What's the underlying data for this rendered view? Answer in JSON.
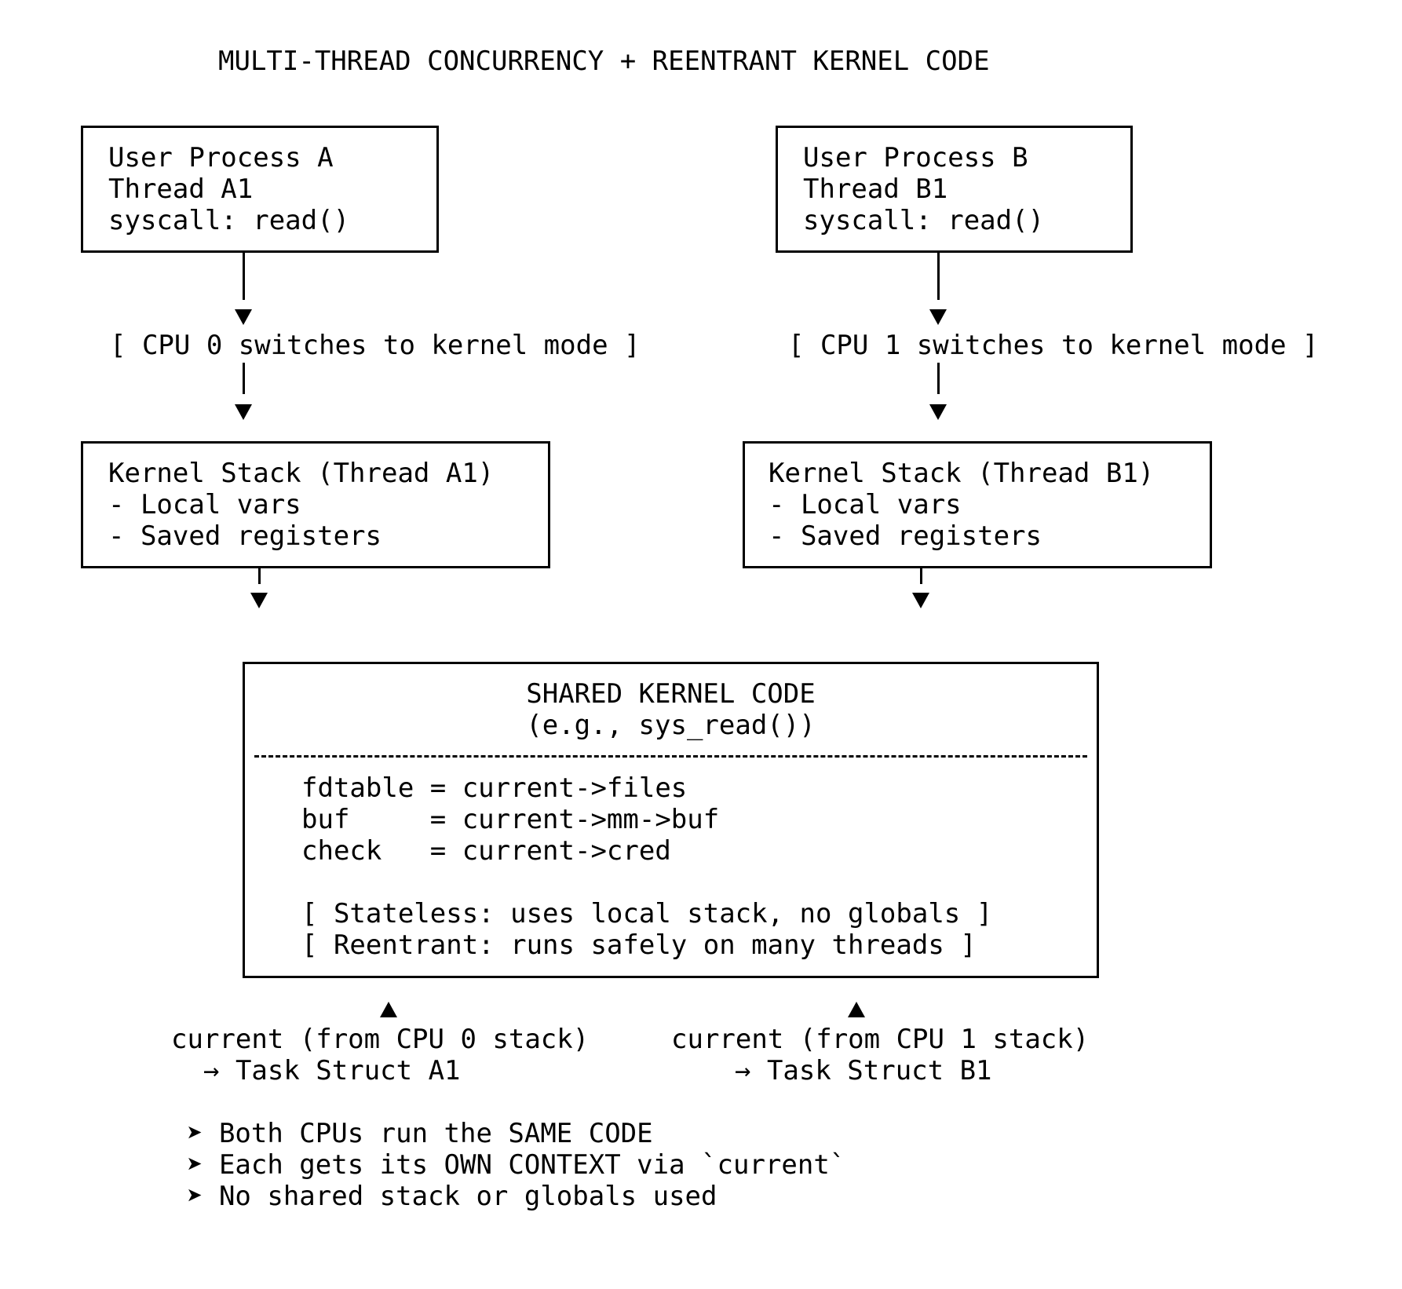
{
  "title": "MULTI-THREAD CONCURRENCY + REENTRANT KERNEL CODE",
  "process_a": {
    "lines": [
      "User Process A",
      "Thread A1",
      "syscall: read()"
    ]
  },
  "process_b": {
    "lines": [
      "User Process B",
      "Thread B1",
      "syscall: read()"
    ]
  },
  "cpu0_label": "[ CPU 0 switches to kernel mode ]",
  "cpu1_label": "[ CPU 1 switches to kernel mode ]",
  "kstack_a": {
    "lines": [
      "Kernel Stack (Thread A1)",
      "- Local vars",
      "- Saved registers"
    ]
  },
  "kstack_b": {
    "lines": [
      "Kernel Stack (Thread B1)",
      "- Local vars",
      "- Saved registers"
    ]
  },
  "shared": {
    "title": "SHARED KERNEL CODE",
    "subtitle": "(e.g., sys_read())",
    "code": [
      "fdtable = current->files",
      "buf     = current->mm->buf",
      "check   = current->cred"
    ],
    "notes": [
      "[ Stateless: uses local stack, no globals ]",
      "[ Reentrant: runs safely on many threads ]"
    ]
  },
  "current_a": {
    "line1": "current (from CPU 0 stack)",
    "line2": "→ Task Struct A1"
  },
  "current_b": {
    "line1": "current (from CPU 1 stack)",
    "line2": "→ Task Struct B1"
  },
  "bullets": [
    "➤ Both CPUs run the SAME CODE",
    "➤ Each gets its OWN CONTEXT via `current`",
    "➤ No shared stack or globals used"
  ]
}
